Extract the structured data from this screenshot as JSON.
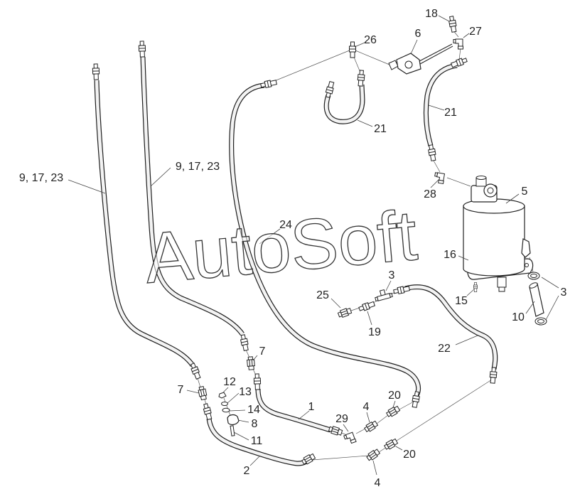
{
  "watermark": "AutoSoft",
  "callouts": [
    "18",
    "6",
    "27",
    "26",
    "21",
    "21",
    "9, 17, 23",
    "9, 17, 23",
    "28",
    "5",
    "24",
    "16",
    "3",
    "25",
    "15",
    "3",
    "10",
    "19",
    "22",
    "7",
    "12",
    "7",
    "13",
    "20",
    "1",
    "4",
    "14",
    "29",
    "8",
    "11",
    "20",
    "2",
    "4"
  ],
  "colors": {
    "background": "#ffffff",
    "line": "#222222"
  }
}
